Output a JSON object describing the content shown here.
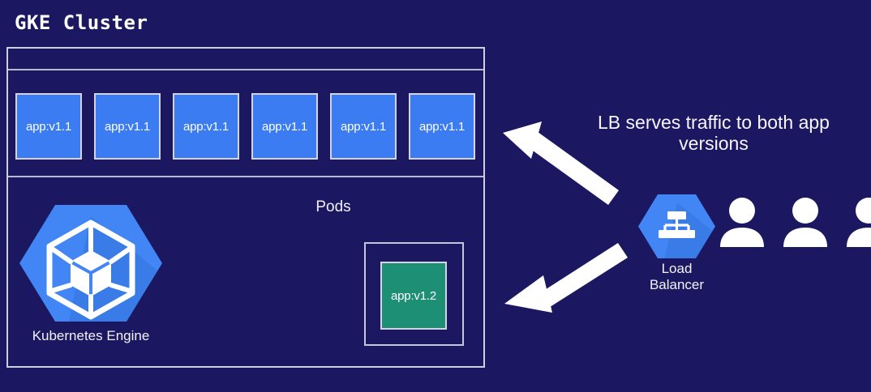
{
  "diagram": {
    "title": "GKE Cluster",
    "background_color": "#1b1760"
  },
  "cluster": {
    "pods_label": "Pods",
    "pods_v1_1": [
      {
        "label": "app:v1.1"
      },
      {
        "label": "app:v1.1"
      },
      {
        "label": "app:v1.1"
      },
      {
        "label": "app:v1.1"
      },
      {
        "label": "app:v1.1"
      },
      {
        "label": "app:v1.1"
      }
    ],
    "pod_v1_1_color": "#3b7cf2",
    "pod_v1_2": {
      "label": "app:v1.2",
      "color": "#1d8f75"
    },
    "gke_node": {
      "label": "Kubernetes Engine",
      "icon": "kubernetes-engine-hexagon-icon",
      "color": "#4285f4"
    }
  },
  "right_panel": {
    "annotation_line1": "LB serves traffic to both app",
    "annotation_line2": "versions",
    "load_balancer": {
      "label_line1": "Load",
      "label_line2": "Balancer",
      "icon": "load-balancer-hexagon-icon",
      "color": "#4285f4"
    },
    "users": [
      {
        "name": "user-1"
      },
      {
        "name": "user-2"
      },
      {
        "name": "user-3"
      }
    ],
    "arrows": [
      {
        "name": "arrow-to-v1-1-pods",
        "direction": "up-left"
      },
      {
        "name": "arrow-to-v1-2-pod",
        "direction": "down-left"
      }
    ]
  }
}
